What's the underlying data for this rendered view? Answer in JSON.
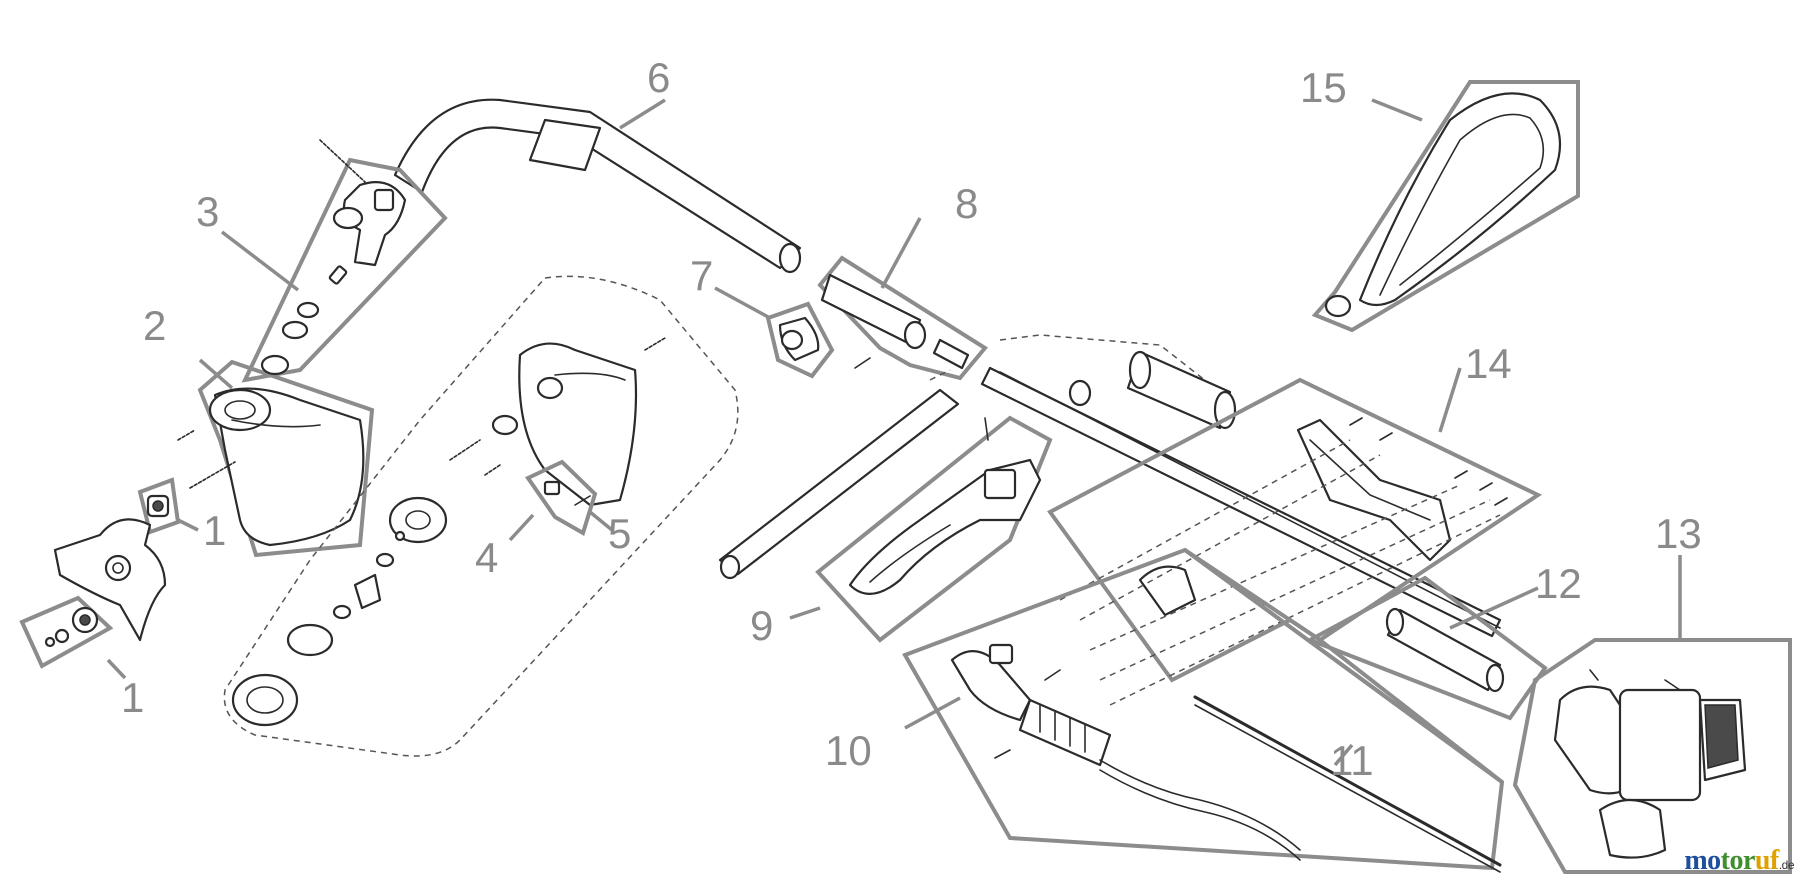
{
  "diagram": {
    "callouts": [
      {
        "label": "1"
      },
      {
        "label": "1"
      },
      {
        "label": "2"
      },
      {
        "label": "3"
      },
      {
        "label": "4"
      },
      {
        "label": "5"
      },
      {
        "label": "6"
      },
      {
        "label": "7"
      },
      {
        "label": "8"
      },
      {
        "label": "9"
      },
      {
        "label": "10"
      },
      {
        "label": "11"
      },
      {
        "label": "12"
      },
      {
        "label": "13"
      },
      {
        "label": "14"
      },
      {
        "label": "15"
      }
    ]
  },
  "watermark": {
    "text": "motoruf.de",
    "part1": "mo",
    "part2": "tor",
    "part3": "uf",
    "tld": ".de"
  }
}
